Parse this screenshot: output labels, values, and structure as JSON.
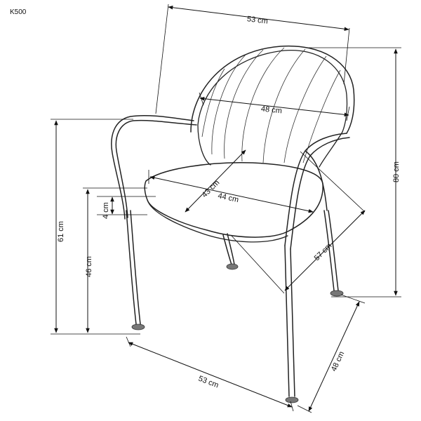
{
  "model": "K500",
  "dimensions": {
    "width_top": "53 cm",
    "backrest_width": "48 cm",
    "height_total": "80 cm",
    "seat_depth": "43 cm",
    "seat_width": "44 cm",
    "cushion_thickness": "4 cm",
    "armrest_height": "61 cm",
    "seat_height": "46 cm",
    "diagonal": "57 cm",
    "width_bottom": "53 cm",
    "depth_bottom": "48 cm"
  }
}
